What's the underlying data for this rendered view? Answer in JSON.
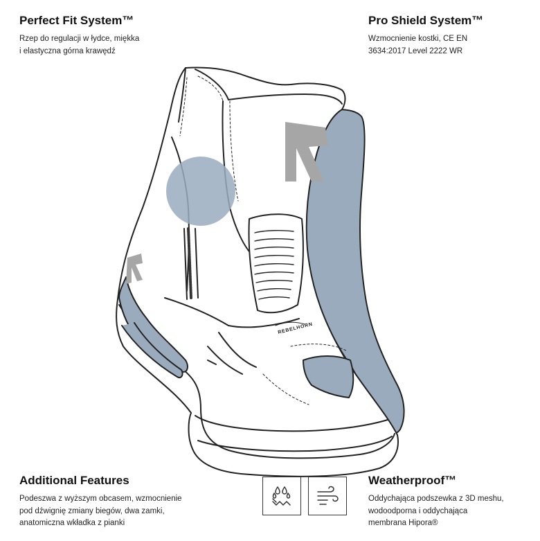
{
  "features": {
    "perfect_fit": {
      "title": "Perfect Fit System™",
      "lines": [
        "Rzep do regulacji w łydce, miękka",
        "i elastyczna górna krawędź"
      ]
    },
    "pro_shield": {
      "title": "Pro Shield System™",
      "lines": [
        "Wzmocnienie kostki, CE EN",
        "3634:2017 Level 2222 WR"
      ]
    },
    "additional": {
      "title": "Additional Features",
      "lines": [
        "Podeszwa z wyższym obcasem, wzmocnienie",
        "pod dźwignię zmiany biegów, dwa zamki,",
        "anatomiczna wkładka z pianki"
      ]
    },
    "weatherproof": {
      "title": "Weatherproof™",
      "lines": [
        "Oddychająca podszewka z 3D meshu,",
        "wodoodporna i oddychająca",
        "membrana Hipora®"
      ]
    }
  },
  "illustration": {
    "brand_text": "REBELHORN",
    "colors": {
      "accent_blue": "#9aabbe",
      "accent_blue_light": "#b7c4d2",
      "outline": "#222222",
      "logo_grey": "#a6a6a6"
    }
  },
  "icons": {
    "left": "water-drops-icon",
    "right": "airflow-icon"
  }
}
